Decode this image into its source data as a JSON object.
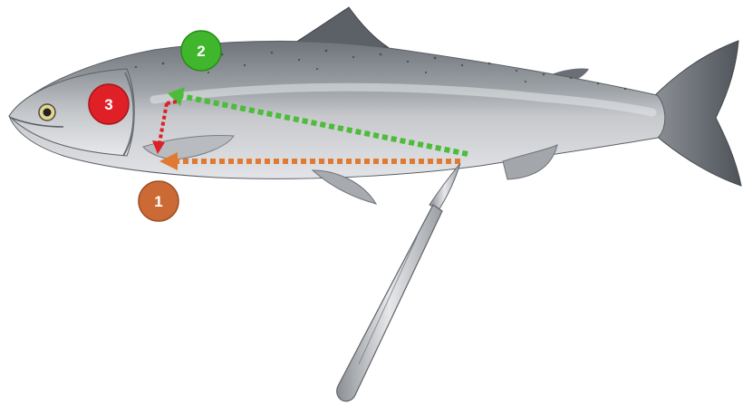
{
  "steps": [
    {
      "number": "1",
      "color": "#cc6a35"
    },
    {
      "number": "2",
      "color": "#3fb62c"
    },
    {
      "number": "3",
      "color": "#e02027"
    }
  ],
  "cuts": {
    "cut_1_color": "#e07a32",
    "cut_2_color": "#4cbc3a",
    "cut_3_color": "#dd2127"
  },
  "fish": {
    "back_color": "#7d8287",
    "belly_color": "#d5d6da",
    "fin_color": "#5a5f66"
  },
  "tool": {
    "name": "scalpel-icon"
  }
}
